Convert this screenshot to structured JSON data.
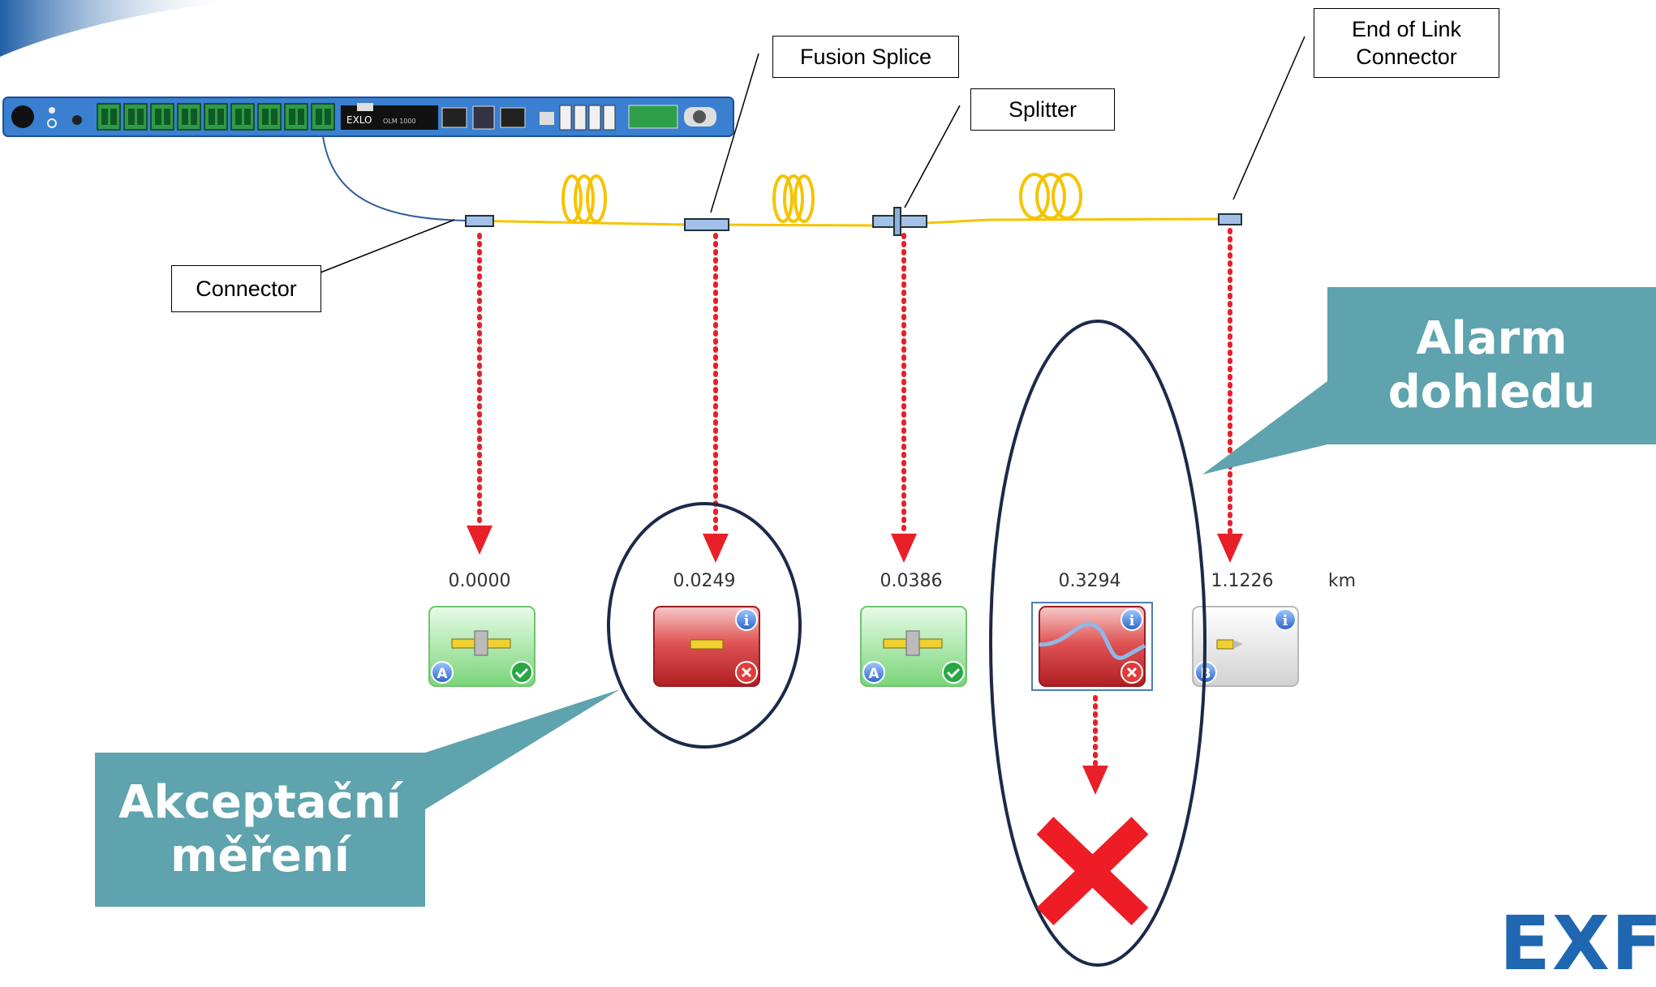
{
  "labels": {
    "fusion_splice": "Fusion Splice",
    "splitter": "Splitter",
    "end_of_link": "End of Link\nConnector",
    "connector": "Connector"
  },
  "device": {
    "brand_text": "EXLO",
    "model_text": "OLM 1000"
  },
  "distances": [
    "0.0000",
    "0.0249",
    "0.0386",
    "0.3294",
    "1.1226"
  ],
  "unit": "km",
  "events": [
    {
      "type": "connector",
      "status": "pass",
      "badge_left": "A"
    },
    {
      "type": "splice",
      "status": "fail",
      "info": true
    },
    {
      "type": "connector",
      "status": "pass",
      "badge_left": "A"
    },
    {
      "type": "bend",
      "status": "fail",
      "info": true,
      "selected": true
    },
    {
      "type": "end",
      "status": "neutral",
      "info": true,
      "badge_left": "B"
    }
  ],
  "callouts": {
    "alarm": "Alarm\ndohledu",
    "acceptance": "Akceptační\nměření"
  },
  "logo": "EXFO",
  "colors": {
    "fiber": "#f5c400",
    "teal": "#5ea3ad",
    "marker_red": "#e8202a",
    "oval": "#1b2a4a",
    "pass_green": "#7fd67f",
    "fail_red": "#c9272d",
    "device_blue": "#3a7fd0"
  }
}
